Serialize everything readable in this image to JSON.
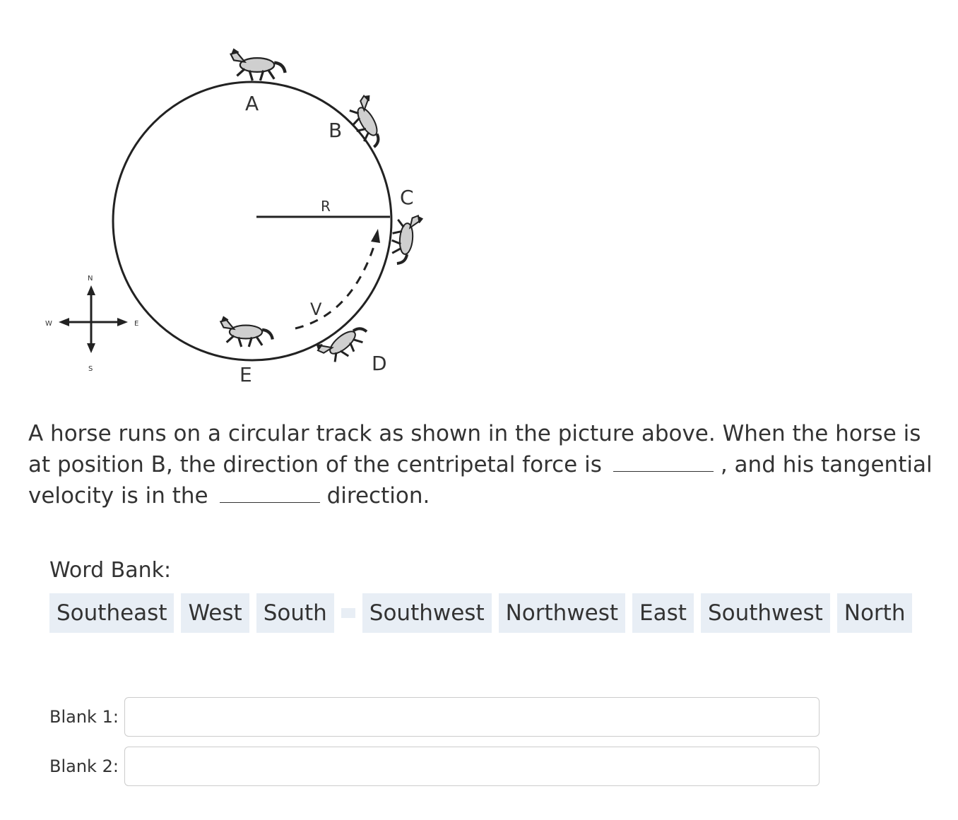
{
  "figure": {
    "positions": [
      "A",
      "B",
      "C",
      "D",
      "E"
    ],
    "radius_label": "R",
    "velocity_label": "V",
    "compass": {
      "north": "N",
      "south": "S",
      "east": "E",
      "west": "W"
    }
  },
  "question": {
    "part1": "A horse runs on a circular track as shown in the picture above. When the horse is at position B, the direction of the centripetal force is",
    "part2": ", and his tangential velocity is in the",
    "part3": "direction."
  },
  "word_bank": {
    "title": "Word Bank:",
    "words": [
      "Southeast",
      "West",
      "South",
      "",
      "Southwest",
      "Northwest",
      "East",
      "Southwest",
      "North"
    ]
  },
  "blanks": [
    {
      "label": "Blank 1:",
      "value": ""
    },
    {
      "label": "Blank 2:",
      "value": ""
    }
  ],
  "colors": {
    "chip_background": "#e8eef5",
    "text": "#333333",
    "input_border": "#cccccc"
  }
}
